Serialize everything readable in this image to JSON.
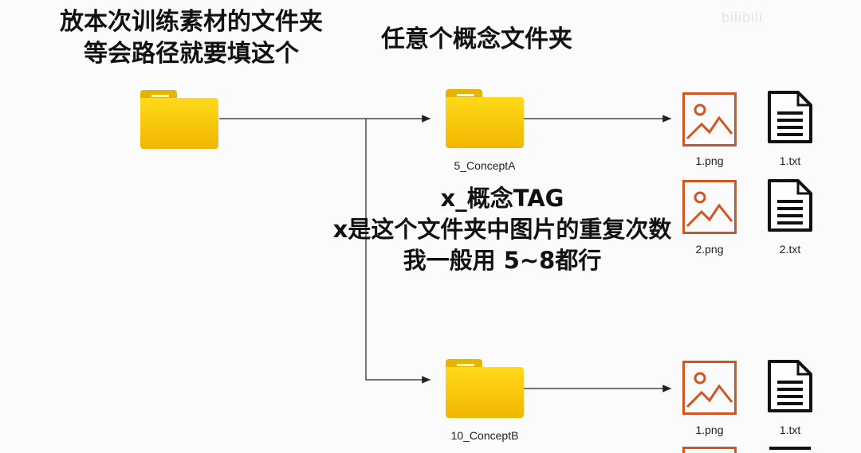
{
  "annotations": {
    "root_folder_note": [
      "放本次训练素材的文件夹",
      "等会路径就要填这个"
    ],
    "concept_folder_note": "任意个概念文件夹",
    "tag_note": [
      "x_概念TAG",
      "x是这个文件夹中图片的重复次数",
      "我一般用 5~8都行"
    ]
  },
  "folders": [
    {
      "name": "5_ConceptA"
    },
    {
      "name": "10_ConceptB"
    }
  ],
  "files": {
    "conceptA": [
      {
        "image": "1.png",
        "text": "1.txt"
      },
      {
        "image": "2.png",
        "text": "2.txt"
      }
    ],
    "conceptB": [
      {
        "image": "1.png",
        "text": "1.txt"
      }
    ]
  },
  "watermark": "bilibili",
  "colors": {
    "folder": "#f5c400",
    "image_icon": "#d2541e",
    "text_icon": "#111111",
    "connector": "#222222"
  }
}
